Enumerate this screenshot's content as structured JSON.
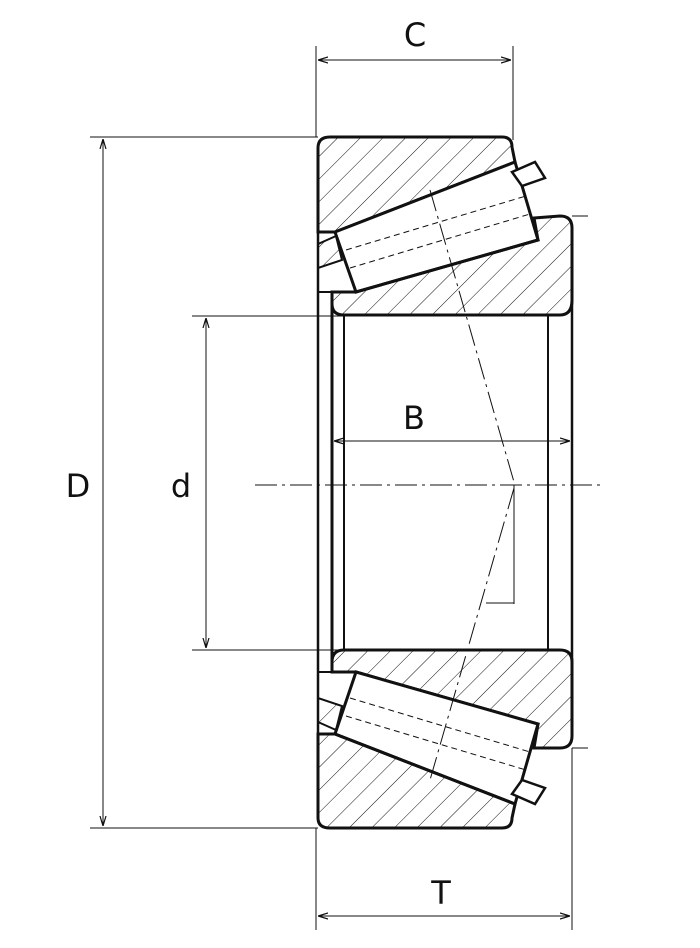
{
  "labels": {
    "C": "C",
    "D": "D",
    "d": "d",
    "B": "B",
    "T": "T"
  },
  "colors": {
    "line": "#111111",
    "background": "#ffffff"
  }
}
